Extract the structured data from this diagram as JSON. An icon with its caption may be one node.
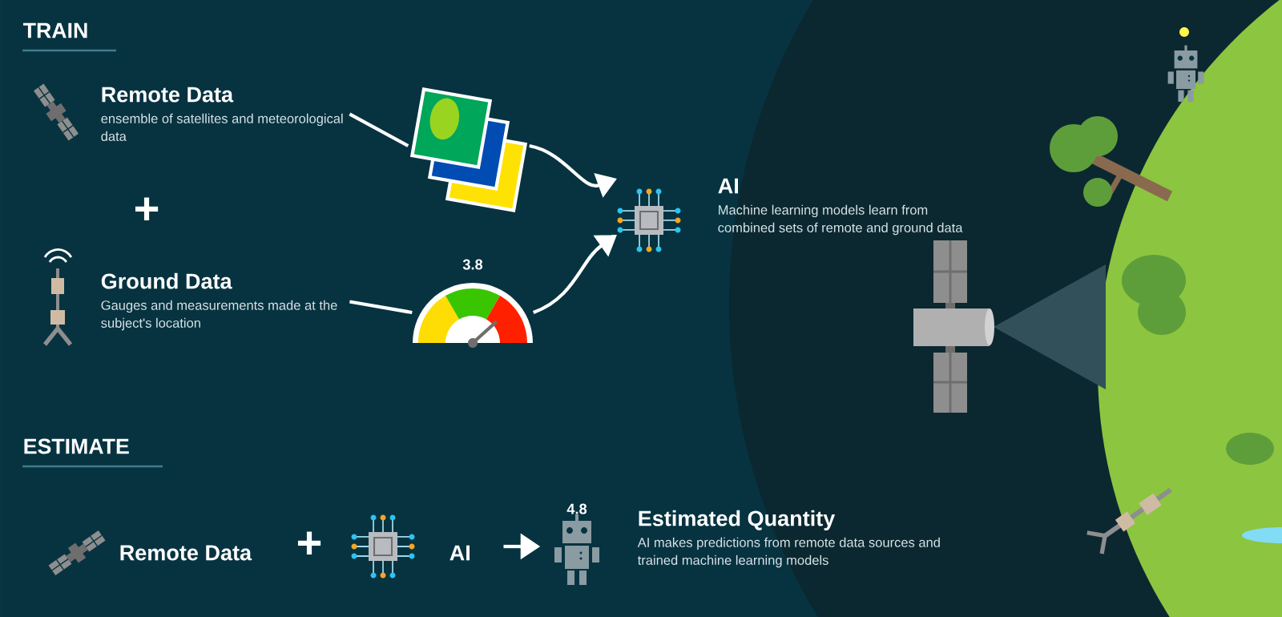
{
  "diagram": {
    "nodes": [
      {
        "text": [
          "Remote Data",
          "ensemble of satellites and meteorological data"
        ]
      },
      {
        "text": [
          "Ground Data",
          "Gauges and measurements made at the subject's location"
        ]
      },
      {
        "text": [],
        "shape": "picture"
      },
      {
        "text": [],
        "shape": "picture",
        "beside": [
          "3.8"
        ]
      },
      {
        "text": [
          "AI",
          "Machine learning models learn from combined sets of remote and ground data"
        ]
      },
      {
        "text": [
          "Remote Data"
        ]
      },
      {
        "text": [
          "AI"
        ]
      },
      {
        "text": [],
        "shape": "picture",
        "beside": [
          "4.8"
        ]
      },
      {
        "text": [
          "Estimated Quantity",
          "AI makes predictions from remote data sources and trained machine learning models"
        ]
      }
    ],
    "edges": [
      {
        "from": 0,
        "to": 2,
        "arrow": "none"
      },
      {
        "from": 2,
        "to": 4,
        "arrow": "to"
      },
      {
        "from": 1,
        "to": 3,
        "arrow": "none"
      },
      {
        "from": 3,
        "to": 4,
        "arrow": "to"
      },
      {
        "from": 6,
        "to": 7,
        "arrow": "to"
      }
    ],
    "labels": [
      "TRAIN",
      "+",
      "ESTIMATE",
      "+"
    ]
  }
}
